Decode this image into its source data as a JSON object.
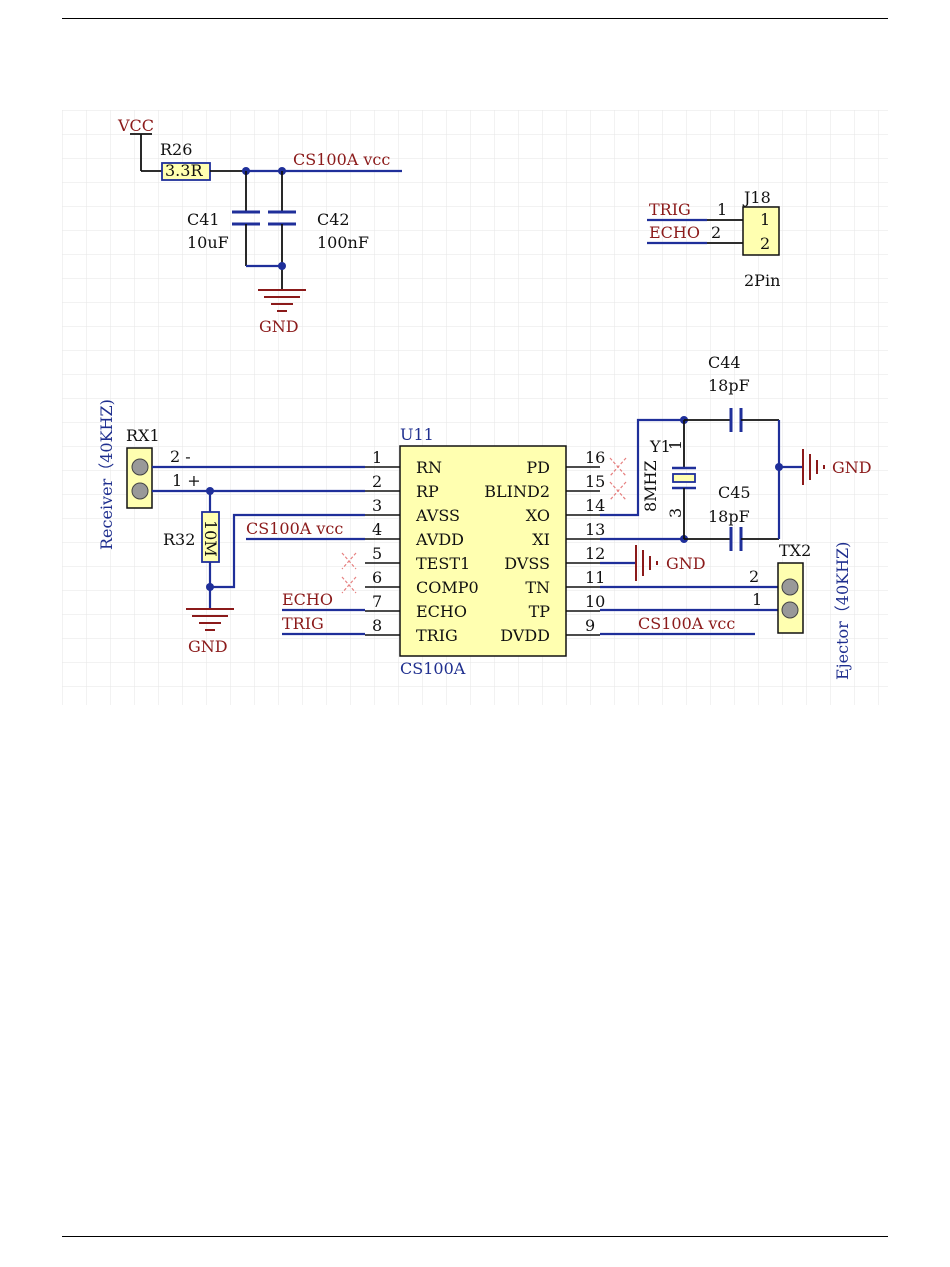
{
  "power": {
    "vcc": "VCC",
    "gnd": "GND",
    "cs_vcc": "CS100A vcc"
  },
  "r26": {
    "ref": "R26",
    "value": "3.3R"
  },
  "c41": {
    "ref": "C41",
    "value": "10uF"
  },
  "c42": {
    "ref": "C42",
    "value": "100nF"
  },
  "j18": {
    "ref": "J18",
    "name": "2Pin",
    "pin1": "1",
    "pin2": "2",
    "net1": "TRIG",
    "net2": "ECHO"
  },
  "rx1": {
    "ref": "RX1",
    "side": "Receiver（40KHZ)",
    "pin2": "2 -",
    "pin1": "1 +"
  },
  "r32": {
    "ref": "R32",
    "value": "10M"
  },
  "u11": {
    "ref": "U11",
    "part": "CS100A",
    "left": [
      {
        "num": "1",
        "name": "RN"
      },
      {
        "num": "2",
        "name": "RP"
      },
      {
        "num": "3",
        "name": "AVSS"
      },
      {
        "num": "4",
        "name": "AVDD"
      },
      {
        "num": "5",
        "name": "TEST1"
      },
      {
        "num": "6",
        "name": "COMP0"
      },
      {
        "num": "7",
        "name": "ECHO"
      },
      {
        "num": "8",
        "name": "TRIG"
      }
    ],
    "right": [
      {
        "num": "16",
        "name": "PD"
      },
      {
        "num": "15",
        "name": "BLIND2"
      },
      {
        "num": "14",
        "name": "XO"
      },
      {
        "num": "13",
        "name": "XI"
      },
      {
        "num": "12",
        "name": "DVSS"
      },
      {
        "num": "11",
        "name": "TN"
      },
      {
        "num": "10",
        "name": "TP"
      },
      {
        "num": "9",
        "name": "DVDD"
      }
    ]
  },
  "c44": {
    "ref": "C44",
    "value": "18pF"
  },
  "c45": {
    "ref": "C45",
    "value": "18pF"
  },
  "y1": {
    "ref": "Y1",
    "value": "8MHZ",
    "pin1": "1",
    "pin3": "3"
  },
  "tx2": {
    "ref": "TX2",
    "side": "Ejector（40KHZ)",
    "pin2": "2",
    "pin1": "1"
  },
  "nets": {
    "echo": "ECHO",
    "trig": "TRIG"
  },
  "colors": {
    "net": "#1f2f9a",
    "power": "#8b1a1a",
    "chip_fill": "#ffffb0",
    "grid": "#e8e8e8"
  }
}
